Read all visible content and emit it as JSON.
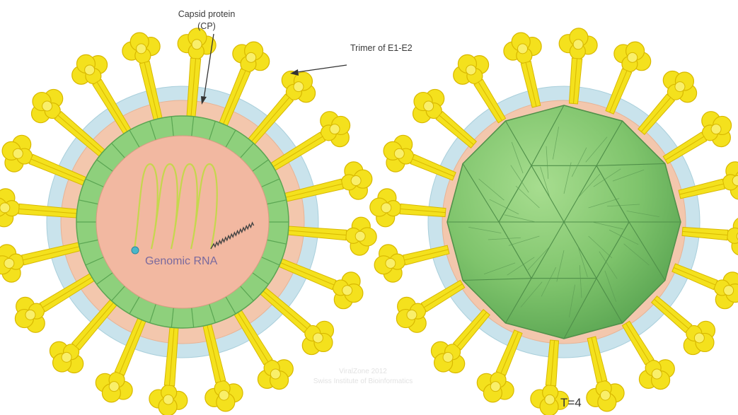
{
  "labels": {
    "capsid_line1": "Capsid protein",
    "capsid_line2": "(CP)",
    "trimer": "Trimer of E1-E2",
    "rna": "Genomic RNA",
    "tnumber": "T=4"
  },
  "watermark": {
    "line1": "ViralZone 2012",
    "line2": "Swiss Institute of Bioinformatics"
  },
  "colors": {
    "spike": "#f4e11d",
    "spike_dark": "#d8b800",
    "envelope": "#c9e3ec",
    "envelope_edge": "#a9cfdb",
    "inner_membrane": "#f3c7ad",
    "capsid": "#8ed07c",
    "capsid_dark": "#5aa552",
    "core": "#f2b8a1",
    "rna": "#c6d64e"
  },
  "icons": [
    "rna-strand",
    "capsid-icosahedron",
    "spike-glycoprotein"
  ]
}
